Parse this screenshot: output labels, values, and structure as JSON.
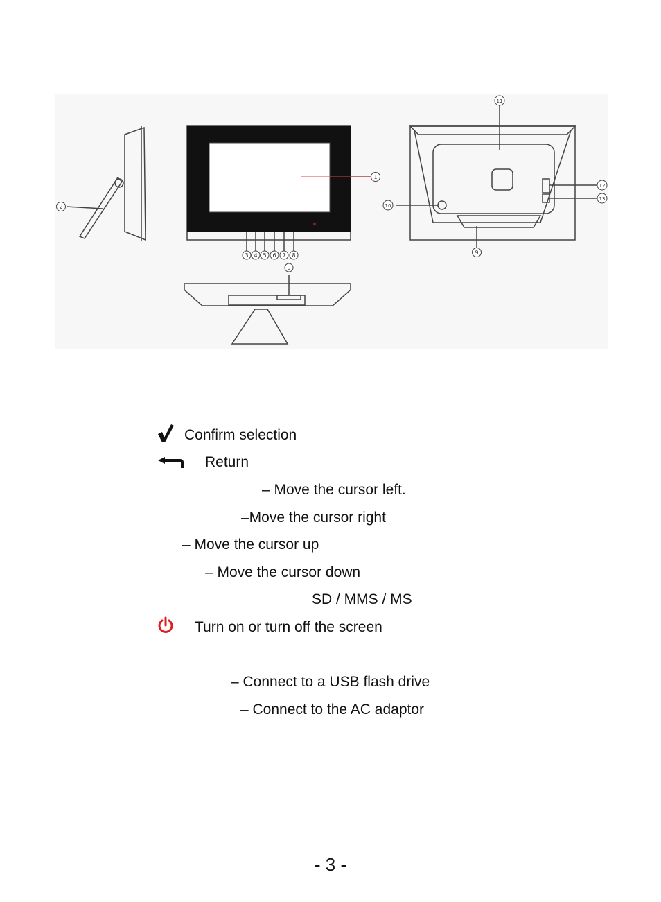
{
  "diagram": {
    "callouts": {
      "c1": "1",
      "c2": "2",
      "c3": "3",
      "c4": "4",
      "c5": "5",
      "c6": "6",
      "c7": "7",
      "c8": "8",
      "c9a": "9",
      "c9b": "9",
      "c10": "10",
      "c11": "11",
      "c12": "12",
      "c13": "13"
    }
  },
  "legend": {
    "items": [
      {
        "icon": "checkmark-icon",
        "text": "Confirm selection"
      },
      {
        "icon": "return-arrow-icon",
        "text": "Return"
      },
      {
        "icon": "",
        "text": "– Move the cursor left."
      },
      {
        "icon": "",
        "text": "–Move the cursor right"
      },
      {
        "icon": "",
        "text": "– Move the cursor up"
      },
      {
        "icon": "",
        "text": "– Move the cursor down"
      },
      {
        "icon": "",
        "text": "SD / MMS / MS"
      },
      {
        "icon": "power-icon",
        "text": "Turn on or turn off the screen"
      },
      {
        "icon": "",
        "text": "– Connect to a USB flash drive"
      },
      {
        "icon": "",
        "text": "– Connect to the AC adaptor"
      }
    ]
  },
  "page_number": "- 3 -",
  "colors": {
    "power_icon": "#e02020",
    "ink": "#111111"
  }
}
